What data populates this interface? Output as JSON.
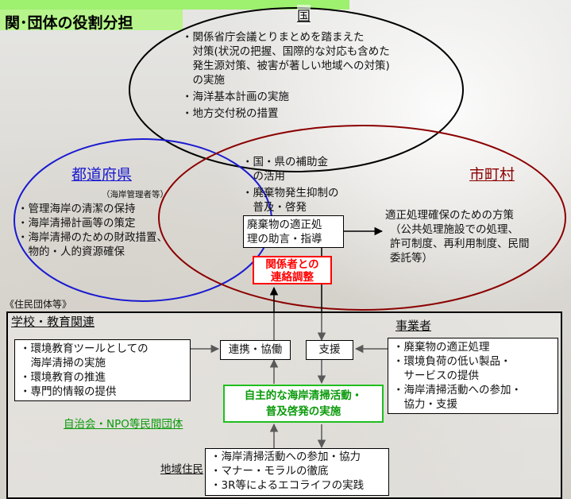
{
  "header": {
    "title_top": "全国規模の一体的な取組の推進",
    "title": "関･団体の役割分担"
  },
  "kuni": {
    "label": "国",
    "items": [
      "・関係省庁会議とりまとめを踏まえた",
      "　対策(状況の把握、国際的な対応も含めた",
      "　発生源対策、被害が著しい地域への対策)",
      "　の実施",
      "・海洋基本計画の実施",
      "・地方交付税の措置"
    ]
  },
  "overlap": {
    "items": [
      "・国・県の補助金",
      "　の活用",
      "・廃棄物発生抑制の",
      "　普及・啓発"
    ]
  },
  "prefecture": {
    "title": "都道府県",
    "note": "（海岸管理者等）",
    "items": [
      "・管理海岸の清潔の保持",
      "・海岸清掃計画等の策定",
      "・海岸清掃のための財政措置、",
      "　物的・人的資源確保"
    ]
  },
  "municipality": {
    "title": "市町村",
    "advice": [
      "廃棄物の適正処",
      "理の助言・指導"
    ],
    "measures": [
      "適正処理確保のための方策",
      "（公共処理施設での処理、",
      "許可制度、再利用制度、民間",
      "委託等）"
    ]
  },
  "coordination": [
    "関係者との",
    "連絡調整"
  ],
  "residents_group": {
    "label": "《住民団体等》",
    "school": {
      "title": "学校・教育関連",
      "items": [
        "・環境教育ツールとしての",
        "　海岸清掃の実施",
        "・環境教育の推進",
        "・専門的情報の提供"
      ]
    },
    "business": {
      "title": "事業者",
      "items": [
        "・廃棄物の適正処理",
        "・環境負荷の低い製品・",
        "　サービスの提供",
        "・海岸清掃活動への参加・",
        "　協力・支援"
      ]
    },
    "cooperation": "連携・協働",
    "support": "支援",
    "voluntary": [
      "自主的な海岸清掃活動・",
      "普及啓発の実施"
    ],
    "npo": "自治会・NPO等民間団体",
    "local": {
      "label": "地域住民",
      "items": [
        "・海岸清掃活動への参加・協力",
        "・マナー・モラルの徹底",
        "・3R等によるエコライフの実践"
      ]
    }
  },
  "colors": {
    "kuni_ellipse": "#000000",
    "prefecture_ellipse": "#1a1ad0",
    "municipality_ellipse": "#8b0000",
    "title_band": "#b7f58c",
    "coordination_border": "#ff0000",
    "voluntary_border": "#1fbf1f"
  }
}
